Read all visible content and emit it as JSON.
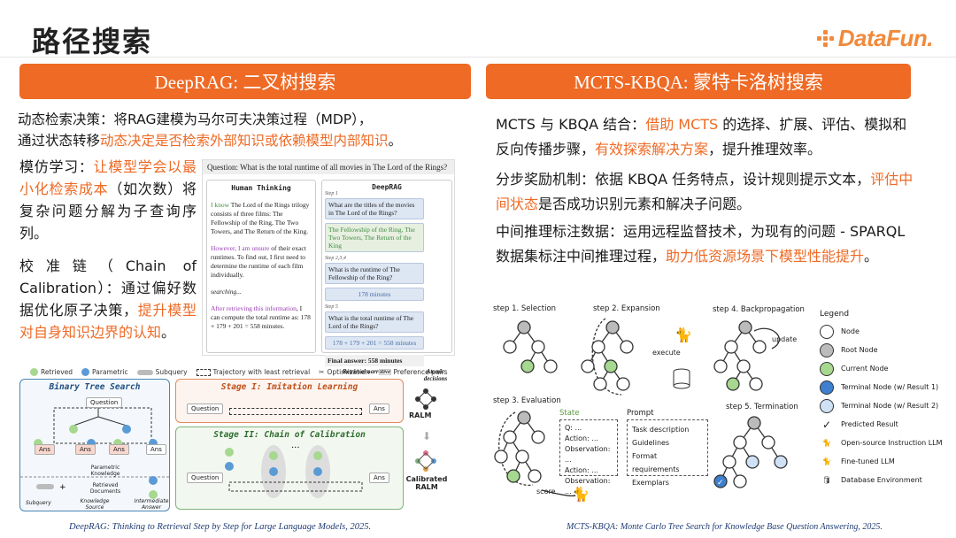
{
  "page": {
    "title": "路径搜索",
    "logo_text": "DataFun."
  },
  "left": {
    "banner": "DeepRAG: 二叉树搜索",
    "p1_a": "动态检索决策：将RAG建模为马尔可夫决策过程（MDP），",
    "p1_b": "通过状态转移",
    "p1_hl": "动态决定是否检索外部知识或依赖模型内部知识",
    "p1_c": "。",
    "p2_a": "模仿学习：",
    "p2_hl1": "让模型学会以最小化检索成本",
    "p2_b": "（如次数）将复杂问题分解为子查询序列。",
    "p3_a": "校准链（Chain of Calibration）：通过偏好数据优化原子决策，",
    "p3_hl": "提升模型对自身知识边界的认知",
    "p3_b": "。",
    "caption": "DeepRAG: Thinking to Retrieval Step by Step for Large Language Models, 2025.",
    "figA": {
      "question": "Question: What is the total runtime of all movies in The Lord of the Rings?",
      "human_title": "Human Thinking",
      "deeprag_title": "DeepRAG",
      "h1_hl": "I know",
      "h1": " The Lord of the Rings trilogy consists of three films: The Fellowship of the Ring, The Two Towers, and The Return of the King.",
      "h2_hl": "However, I am unsure",
      "h2": " of their exact runtimes. To find out, I first need to determine the runtime of each film individually.",
      "h3": "searching...",
      "h4_hl": "After retrieving this information",
      "h4": ", I can compute the total runtime as: 178 + 179 + 201 = 558 minutes.",
      "step1": "Step 1",
      "d1": "What are the titles of the movies in The Lord of the Rings?",
      "d1a": "The Fellowship of the Ring, The Two Towers, The Return of the King",
      "step2": "Step 2,3,4",
      "d2": "What is the runtime of The Fellowship of the Ring?",
      "d2a": "178 minutes",
      "step5": "Step 5",
      "d3": "What is the total runtime of The Lord of the Rings?",
      "d3a": "178 + 179 + 201 = 558 minutes",
      "final": "Final answer: 558 minutes",
      "retrieval_narrative": "Retrieval narrative",
      "atomic": "Atomic decisions"
    },
    "figB": {
      "legend_retrieved": "Retrieved",
      "legend_parametric": "Parametric",
      "legend_subquery": "Subquery",
      "legend_traj": "Trajectory with least retrieval",
      "legend_opt": "Optimization",
      "legend_pref": "Preference pairs",
      "bts_title": "Binary Tree Search",
      "question": "Question",
      "ans": "Ans",
      "pk": "Parametric Knowledge",
      "rd": "Retrieved Documents",
      "subquery": "Subquery",
      "ks": "Knowledge Source",
      "ia": "Intermediate Answer",
      "s1_title": "Stage I: Imitation Learning",
      "s2_title": "Stage II: Chain of Calibration",
      "ralm": "RALM",
      "cralm": "Calibrated RALM"
    }
  },
  "right": {
    "banner": "MCTS-KBQA: 蒙特卡洛树搜索",
    "p1_a": "MCTS 与 KBQA 结合：",
    "p1_hl1": "借助 MCTS",
    "p1_b": " 的选择、扩展、评估、模拟和反向传播步骤，",
    "p1_hl2": "有效探索解决方案",
    "p1_c": "，提升推理效率。",
    "p2_a": "分步奖励机制：依据 KBQA 任务特点，设计规则提示文本，",
    "p2_hl": "评估中间状态",
    "p2_b": "是否成功识别元素和解决子问题。",
    "p3_a": "中间推理标注数据：运用远程监督技术，为现有的问题 - SPARQL 数据集标注中间推理过程，",
    "p3_hl": "助力低资源场景下模型性能提升",
    "p3_b": "。",
    "caption": "MCTS-KBQA: Monte Carlo Tree Search for Knowledge Base Question Answering, 2025.",
    "fig": {
      "step1": "step 1. Selection",
      "step2": "step 2. Expansion",
      "step3": "step 3. Evaluation",
      "step4": "step 4. Backpropagation",
      "step5": "step 5. Termination",
      "execute": "execute",
      "update": "update",
      "score": "score",
      "state": "State",
      "prompt": "Prompt",
      "state_lines": [
        "Q: ...",
        "Action: ...",
        "Observation: ...",
        "Action: ...",
        "Observation: ..."
      ],
      "prompt_lines": [
        "Task description",
        "Guidelines",
        "Format requirements",
        "Exemplars"
      ],
      "legend_title": "Legend",
      "legend": [
        "Node",
        "Root Node",
        "Current Node",
        "Terminal Node (w/ Result 1)",
        "Terminal Node (w/ Result 2)",
        "Predicted Result",
        "Open-source Instruction LLM",
        "Fine-tuned LLM",
        "Database Environment"
      ]
    }
  },
  "colors": {
    "accent": "#ee6a25",
    "current_node": "#a6d890",
    "terminal1": "#3f7fcf",
    "terminal2": "#cfe1f5",
    "root": "#bbbbbb"
  }
}
